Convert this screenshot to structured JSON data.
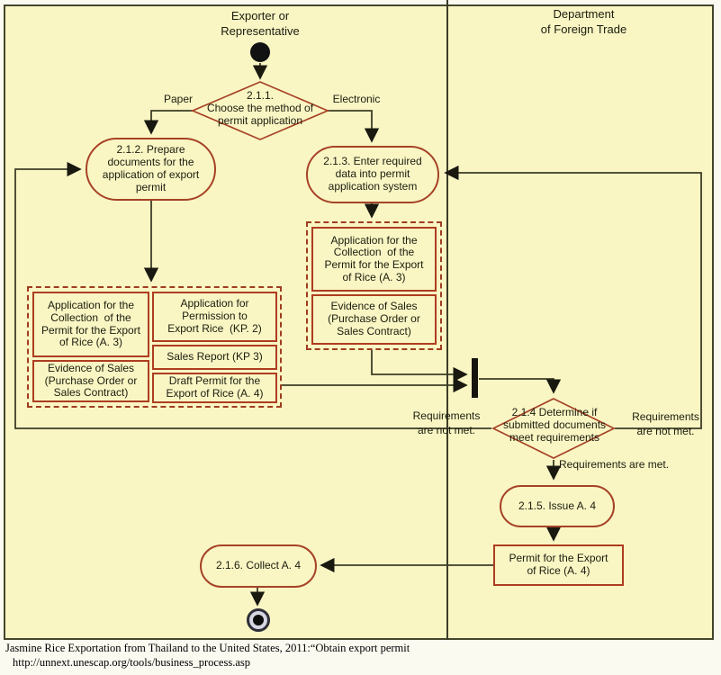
{
  "colors": {
    "background": "#f9f6c4",
    "shape_border": "#a64226",
    "doc_border": "#ad3d20",
    "line": "#3d3d26",
    "lane_border": "#45452c"
  },
  "lanes": {
    "left_header": "Exporter or\nRepresentative",
    "right_header": "Department\nof Foreign Trade"
  },
  "nodes": {
    "d211": "2.1.1.\nChoose the method of\npermit application",
    "branch_paper": "Paper",
    "branch_electronic": "Electronic",
    "a212": "2.1.2. Prepare\ndocuments for the\napplication of export\npermit",
    "a213": "2.1.3. Enter required\ndata into permit\napplication system",
    "doc_a3": "Application for the\nCollection  of the\nPermit for the Export\nof Rice (A. 3)",
    "doc_evidence": "Evidence of Sales\n(Purchase Order or\nSales Contract)",
    "doc_kp2": "Application for\nPermission to\nExport Rice  (KP. 2)",
    "doc_kp3": "Sales Report (KP 3)",
    "doc_draft_a4": "Draft Permit for the\nExport of Rice (A. 4)",
    "d214": "2.1.4 Determine if\nsubmitted documents\nmeet requirements",
    "label_req_not_met": "Requirements\nare not met.",
    "label_req_met": "Requirements are met.",
    "a215": "2.1.5. Issue A. 4",
    "doc_permit_a4": "Permit for the Export\nof Rice (A. 4)",
    "a216": "2.1.6. Collect A. 4"
  },
  "footer": {
    "line1": "Jasmine Rice Exportation from Thailand to the United States, 2011:“Obtain export permit",
    "line2": "http://unnext.unescap.org/tools/business_process.asp"
  }
}
